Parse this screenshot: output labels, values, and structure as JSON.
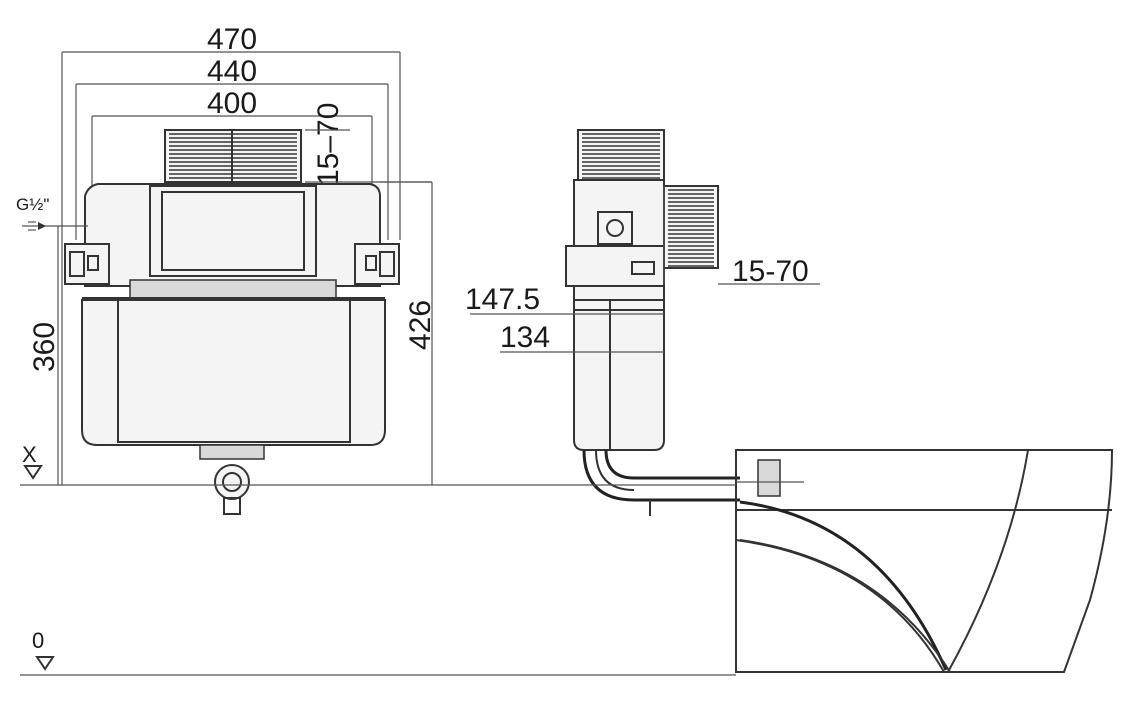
{
  "front_view": {
    "width_outer": "470",
    "width_middle": "440",
    "width_inner": "400",
    "adjust_top": "15–70",
    "height_right": "426",
    "height_left": "360",
    "inlet_label": "G½\""
  },
  "side_view": {
    "adjust_right": "15-70",
    "depth_upper": "147.5",
    "depth_lower": "134"
  },
  "levels": {
    "x_label": "X",
    "zero_label": "0"
  },
  "colors": {
    "line": "#333333",
    "background": "#ffffff"
  }
}
